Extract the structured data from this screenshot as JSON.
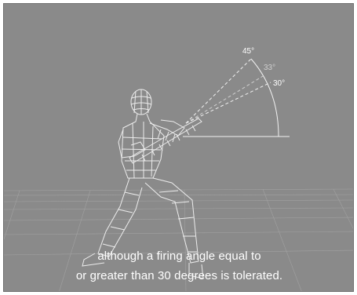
{
  "angles": {
    "a45": "45°",
    "a33": "33°",
    "a30": "30°"
  },
  "subtitle": {
    "line1": "although a firing angle equal to",
    "line2": "or greater than 30 degrees is tolerated."
  },
  "colors": {
    "background": "#8a8a8a",
    "wire": "#e8e8e8",
    "text": "#ffffff",
    "muted_label": "#cfcfcf"
  }
}
